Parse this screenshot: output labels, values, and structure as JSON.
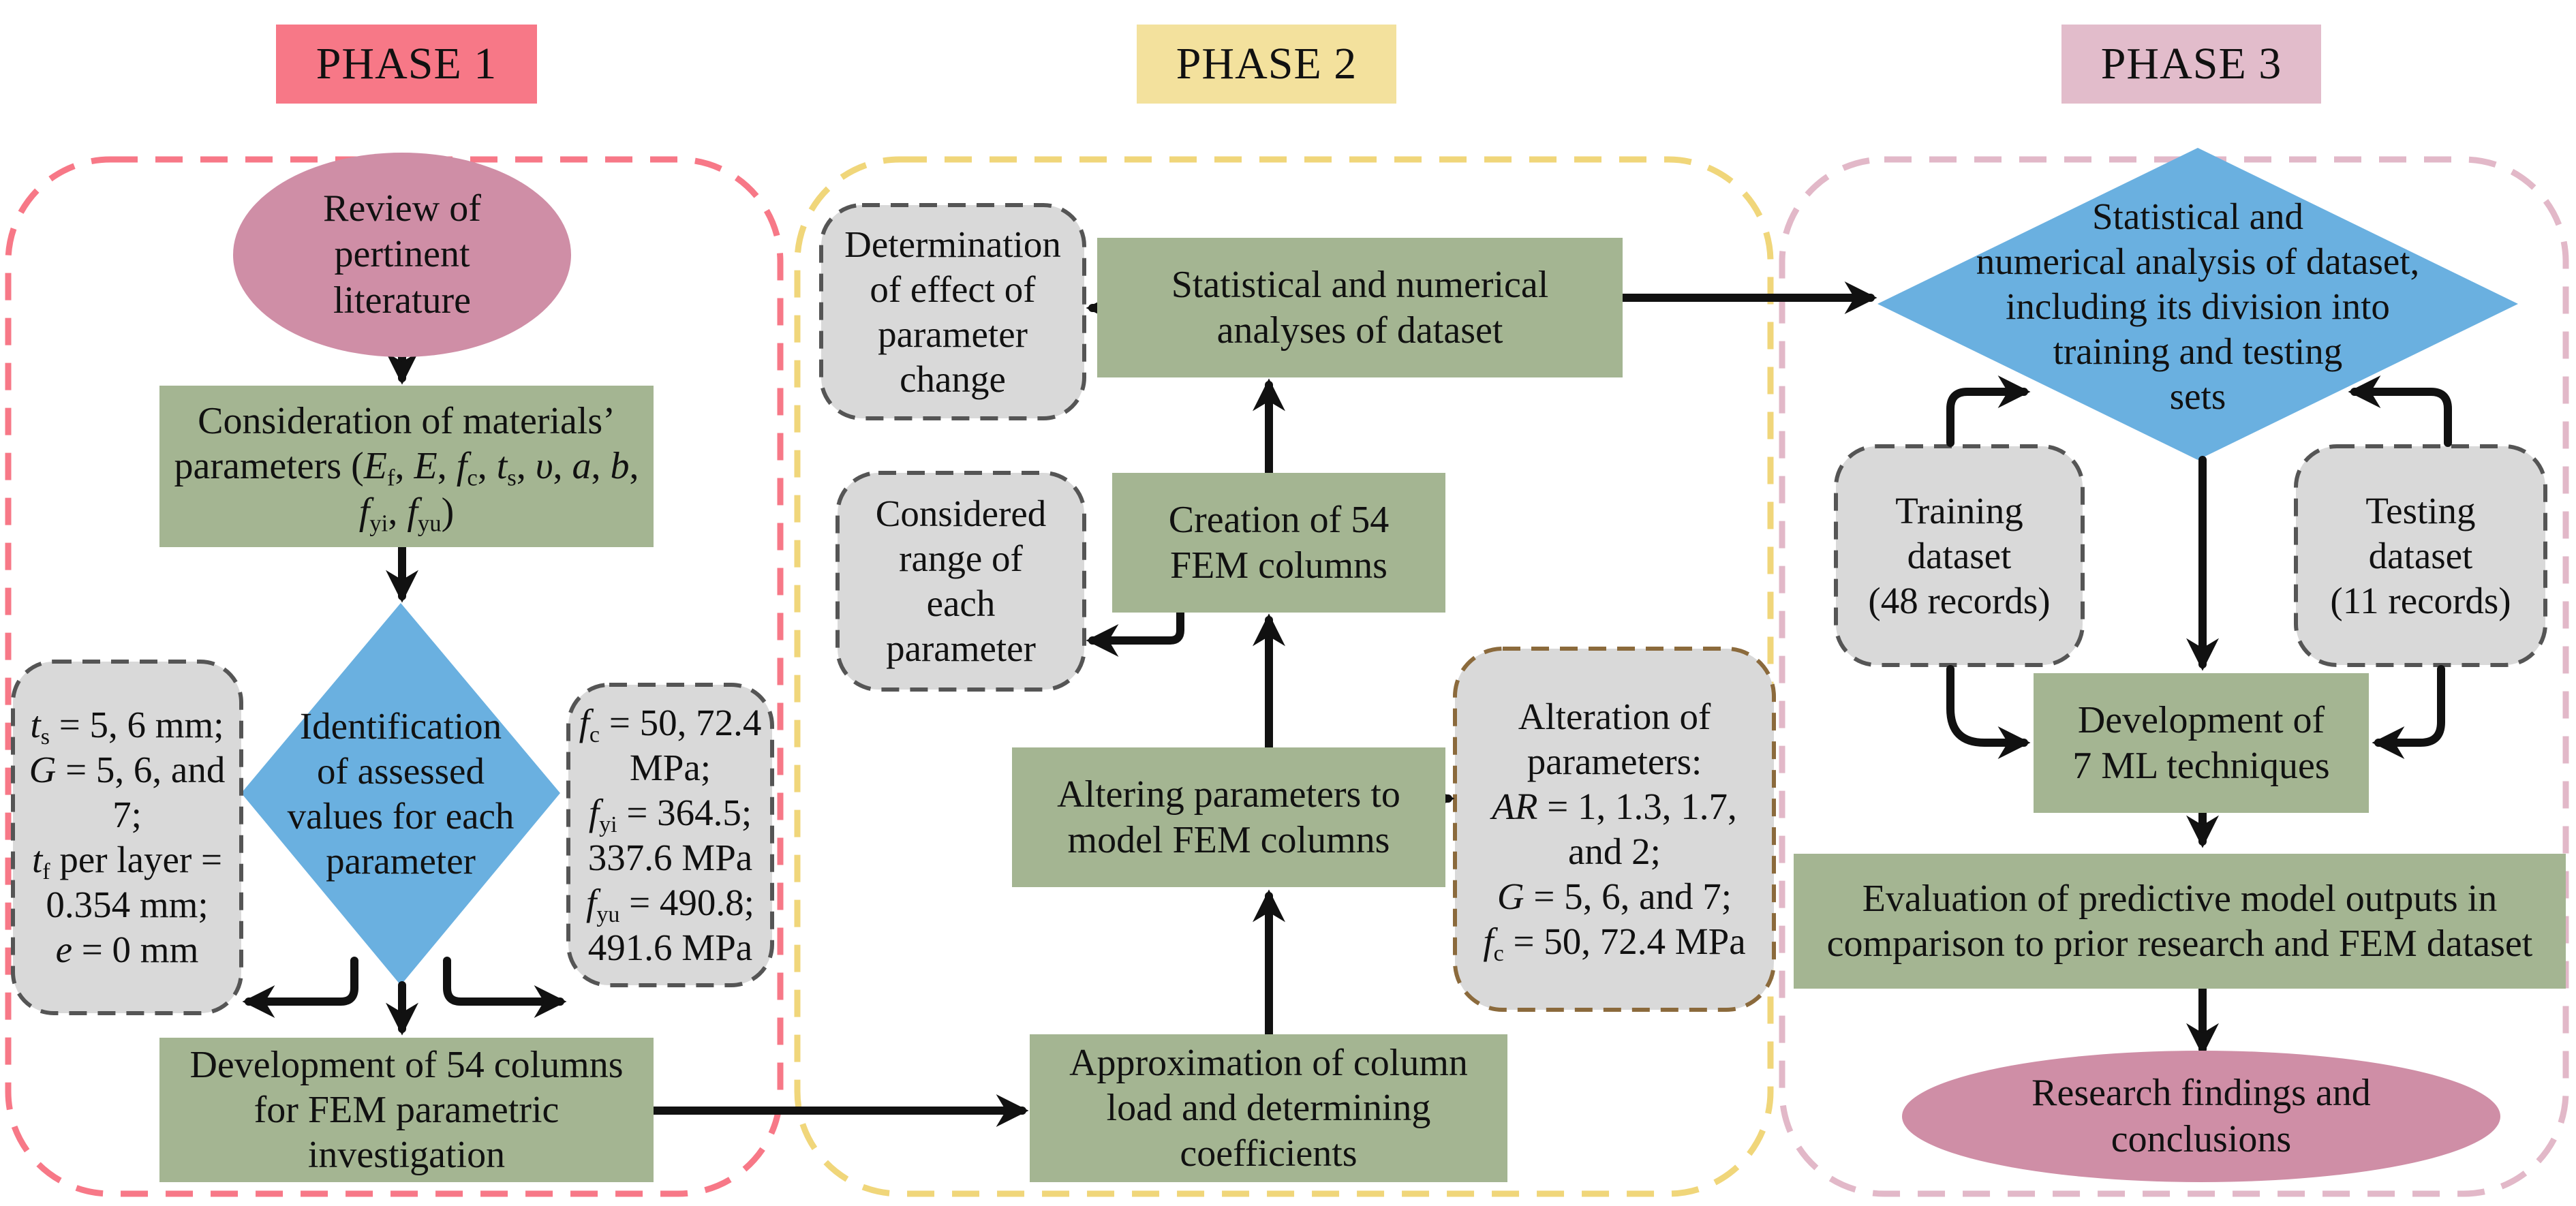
{
  "colors": {
    "phase1": "#f77887",
    "phase2": "#f3e19d",
    "phase3": "#e2bccb",
    "process_box": "#a4b592",
    "decision": "#6ab0e0",
    "terminal": "#cf8ea6",
    "note_box": "#d9d9d9",
    "alteration_border": "#8b6a3c"
  },
  "phases": [
    {
      "label": "PHASE 1"
    },
    {
      "label": "PHASE 2"
    },
    {
      "label": "PHASE 3"
    }
  ],
  "phase1": {
    "start": "Review of\npertinent\nliterature",
    "consideration_prefix": "Consideration of materials’ parameters (",
    "consideration_params": [
      "E_f",
      "E",
      "f_c",
      "t_s",
      "υ",
      "a",
      "b",
      "f_yi",
      "f_yu"
    ],
    "decision": "Identification\nof assessed\nvalues for each\nparameter",
    "left_note": {
      "line1_var": "t",
      "line1_sub": "s",
      "line1_rest": " = 5, 6 mm;",
      "line2_var": "G",
      "line2_rest": " = 5, 6, and 7;",
      "line3_var": "t",
      "line3_sub": "f",
      "line3_rest": " per layer = 0.354 mm;",
      "line4_var": "e",
      "line4_rest": " = 0 mm"
    },
    "right_note": {
      "fc_var": "f",
      "fc_sub": "c",
      "fc_rest": " = 50, 72.4 MPa;",
      "fyi_var": "f",
      "fyi_sub": "yi",
      "fyi_rest": " = 364.5; 337.6 MPa",
      "fyu_var": "f",
      "fyu_sub": "yu",
      "fyu_rest": " = 490.8; 491.6 MPa"
    },
    "development": "Development of 54 columns\nfor FEM parametric\ninvestigation"
  },
  "phase2": {
    "determination": "Determination\nof effect of\nparameter\nchange",
    "statistical": "Statistical and numerical\nanalyses of dataset",
    "considered_range": "Considered\nrange of\neach\nparameter",
    "creation": "Creation of 54\nFEM columns",
    "altering": "Altering parameters to\nmodel FEM columns",
    "alteration": {
      "title": "Alteration of parameters:",
      "ar_var": "AR",
      "ar_rest": " = 1, 1.3, 1.7, and 2;",
      "g_var": "G",
      "g_rest": " = 5, 6, and 7;",
      "fc_var": "f",
      "fc_sub": "c",
      "fc_rest": " = 50, 72.4 MPa"
    },
    "approximation": "Approximation of column\nload and determining\ncoefficients"
  },
  "phase3": {
    "decision": "Statistical and\nnumerical analysis of dataset,\nincluding its division into\ntraining and testing\nsets",
    "training": "Training\ndataset\n(48 records)",
    "testing": "Testing\ndataset\n(11 records)",
    "ml": "Development of\n7 ML techniques",
    "evaluation": "Evaluation of predictive model outputs in\ncomparison to prior research and FEM dataset",
    "end": "Research findings and\nconclusions"
  }
}
